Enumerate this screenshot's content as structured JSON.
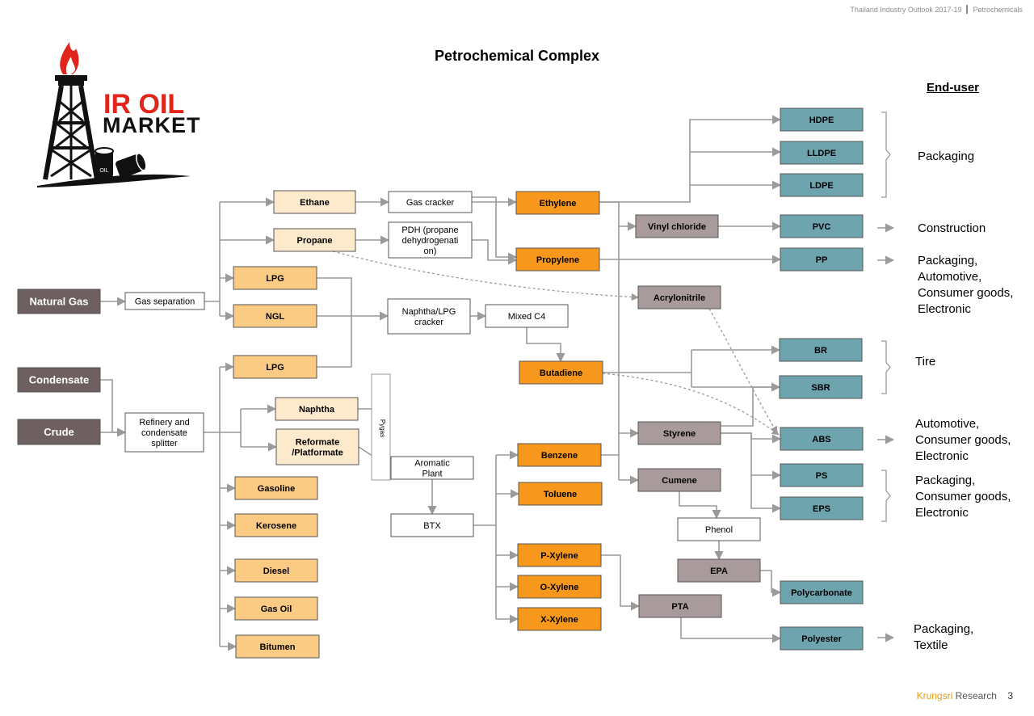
{
  "header": {
    "source": "Thailand Industry Outlook 2017-19",
    "section": "Petrochemicals"
  },
  "title": "Petrochemical Complex",
  "logo": {
    "line1": "IR OIL",
    "line2": "MARKET",
    "barrel_label": "OIL"
  },
  "colors": {
    "feedstock": "#6e6060",
    "light_product": "#fde9cc",
    "medium_product": "#fbcb83",
    "primary_chemical": "#f7981d",
    "intermediate": "#a99b9b",
    "end_product": "#6ea4ae",
    "process": "#ffffff",
    "arrow": "#9a9a9a"
  },
  "nodes": {
    "natural_gas": "Natural Gas",
    "condensate": "Condensate",
    "crude": "Crude",
    "gas_separation": "Gas separation",
    "refinery": "Refinery and condensate splitter",
    "ethane": "Ethane",
    "propane": "Propane",
    "lpg_gas": "LPG",
    "ngl": "NGL",
    "lpg_ref": "LPG",
    "naphtha": "Naphtha",
    "reformate": "Reformate /Platformate",
    "gasoline": "Gasoline",
    "kerosene": "Kerosene",
    "diesel": "Diesel",
    "gas_oil": "Gas Oil",
    "bitumen": "Bitumen",
    "gas_cracker": "Gas cracker",
    "pdh": "PDH (propane dehydrogenati on)",
    "naphtha_cracker": "Naphtha/LPG cracker",
    "mixed_c4": "Mixed C4",
    "aromatic_plant": "Aromatic Plant",
    "btx": "BTX",
    "pygas": "Pygas",
    "ethylene": "Ethylene",
    "propylene": "Propylene",
    "butadiene": "Butadiene",
    "benzene": "Benzene",
    "toluene": "Toluene",
    "p_xylene": "P-Xylene",
    "o_xylene": "O-Xylene",
    "x_xylene": "X-Xylene",
    "vinyl_chloride": "Vinyl chloride",
    "acrylonitrile": "Acrylonitrile",
    "styrene": "Styrene",
    "cumene": "Cumene",
    "phenol": "Phenol",
    "epa": "EPA",
    "pta": "PTA",
    "hdpe": "HDPE",
    "lldpe": "LLDPE",
    "ldpe": "LDPE",
    "pvc": "PVC",
    "pp": "PP",
    "br": "BR",
    "sbr": "SBR",
    "abs": "ABS",
    "ps": "PS",
    "eps": "EPS",
    "polycarbonate": "Polycarbonate",
    "polyester": "Polyester"
  },
  "end_user": {
    "heading": "End-user",
    "packaging": [
      "Packaging"
    ],
    "construction": [
      "Construction"
    ],
    "packaging_auto": [
      "Packaging,",
      "Automotive,",
      "Consumer goods,",
      "Electronic"
    ],
    "tire": [
      "Tire"
    ],
    "automotive": [
      "Automotive,",
      "Consumer goods,",
      "Electronic"
    ],
    "packaging_consumer": [
      "Packaging,",
      "Consumer goods,",
      "Electronic"
    ],
    "packaging_textile": [
      "Packaging,",
      "Textile"
    ]
  },
  "footer": {
    "brand": "Krungsri",
    "text": "Research",
    "page": "3"
  }
}
